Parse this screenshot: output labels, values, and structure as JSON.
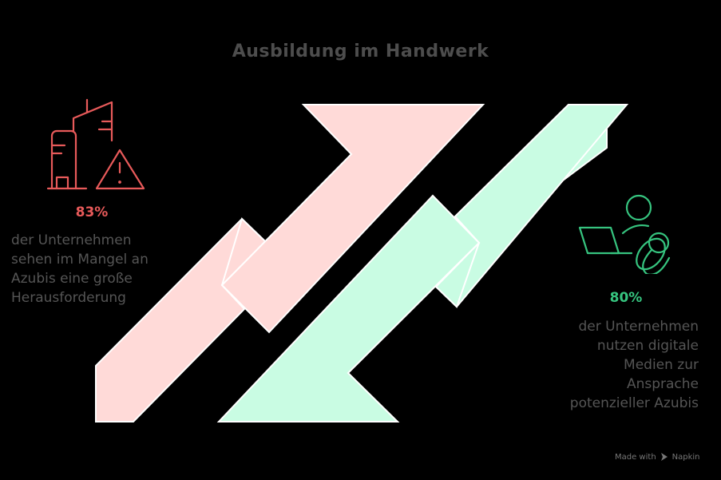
{
  "title": "Ausbildung im Handwerk",
  "colors": {
    "background": "#000000",
    "left_accent": "#e85a5a",
    "right_accent": "#36c47f",
    "left_arrow_fill": "#ffdad8",
    "right_arrow_fill": "#c9fce3",
    "text": "#555555"
  },
  "left_stat": {
    "icon": "buildings-warning-icon",
    "value": "83%",
    "description": "der Unternehmen sehen im Mangel an Azubis eine große Herausforderung",
    "lines": [
      "der Unternehmen",
      "sehen im Mangel an",
      "Azubis eine große",
      "Herausforderung"
    ]
  },
  "right_stat": {
    "icon": "person-laptop-icon",
    "value": "80%",
    "description": "der Unternehmen nutzen digitale Medien zur Ansprache potenzieller Azubis",
    "lines": [
      "der Unternehmen",
      "nutzen digitale",
      "Medien zur",
      "Ansprache",
      "potenzieller Azubis"
    ]
  },
  "footer": {
    "made_with": "Made with",
    "brand": "Napkin"
  }
}
